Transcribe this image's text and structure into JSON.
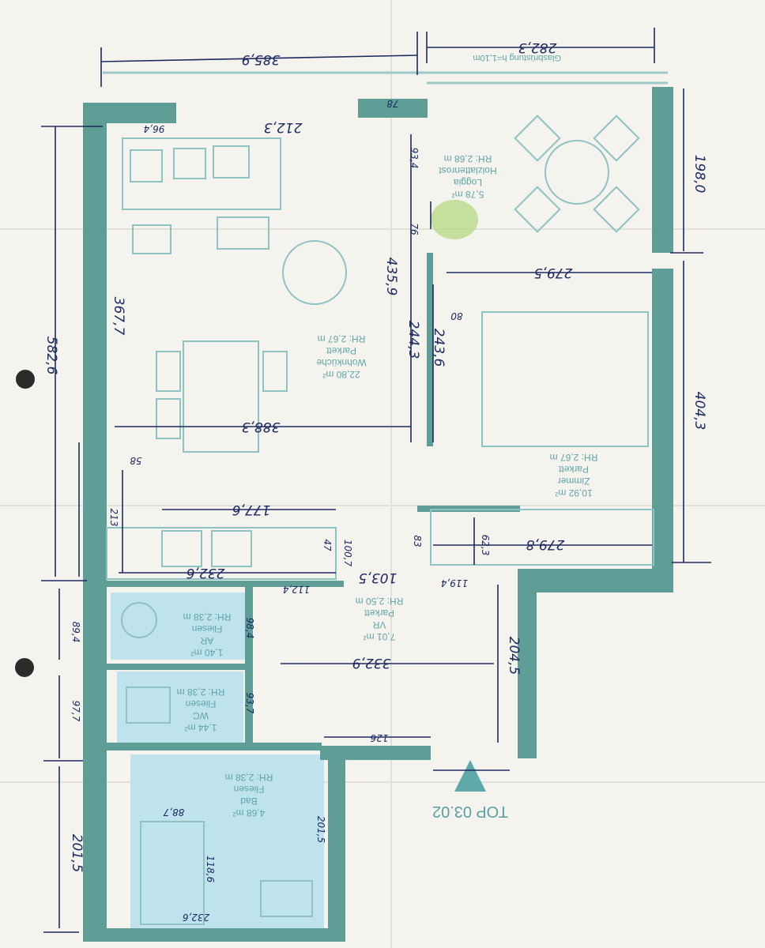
{
  "plan": {
    "unit_label": "TOP 03.02",
    "balcony_note": "Glasbrüstung h=1,10m",
    "rooms": {
      "living": {
        "area": "22,80 m²",
        "name": "Wohnküche",
        "floor": "Parkett",
        "height": "RH: 2,67 m"
      },
      "loggia": {
        "area": "5,78 m²",
        "name": "Loggia",
        "floor": "Holzlattenrost",
        "height": "RH: 2,68 m"
      },
      "bedroom": {
        "area": "10,92 m²",
        "name": "Zimmer",
        "floor": "Parkett",
        "height": "RH: 2,67 m"
      },
      "hall": {
        "area": "7,01 m²",
        "name": "VR",
        "floor": "Parkett",
        "height": "RH: 2,50 m"
      },
      "storage": {
        "area": "1,40 m²",
        "name": "AR",
        "floor": "Fliesen",
        "height": "RH: 2,38 m"
      },
      "wc": {
        "area": "1,44 m²",
        "name": "WC",
        "floor": "Fliesen",
        "height": "RH: 2,38 m"
      },
      "bath": {
        "area": "4,68 m²",
        "name": "Bad",
        "floor": "Fliesen",
        "height": "RH: 2,38 m"
      }
    },
    "dimensions": {
      "top_left": "385,9",
      "top_right": "282,3",
      "left_total": "582,6",
      "left_living": "367,7",
      "right_loggia": "198,0",
      "right_bedroom": "404,3",
      "living_top": "212,3",
      "living_top_small": "96,4",
      "door_78": "78",
      "loggia_door": "93,4",
      "divider_76": "76",
      "living_depth": "435,9",
      "wall_244": "244,3",
      "bedroom_243": "243,6",
      "bedroom_width": "279,5",
      "bedroom_80": "80",
      "living_width": "388,3",
      "living_58": "58",
      "kitchen_213": "213",
      "kitchen_177": "177,6",
      "kitchen_232": "232,6",
      "kitchen_47": "47",
      "kitchen_100": "100,7",
      "hall_83": "83",
      "wardrobe_62": "62,3",
      "wardrobe_279": "279,8",
      "hall_103": "103,5",
      "hall_112": "112,4",
      "hall_119": "119,4",
      "storage_89": "89,4",
      "storage_98": "98,4",
      "hall_332": "332,9",
      "hall_204": "204,5",
      "wc_97": "97,7",
      "wc_93": "93,7",
      "hall_126": "126",
      "bath_201": "201,5",
      "bath_201b": "201,5",
      "bath_88": "88,7",
      "bath_118": "118,6",
      "bath_232": "232,6"
    }
  }
}
